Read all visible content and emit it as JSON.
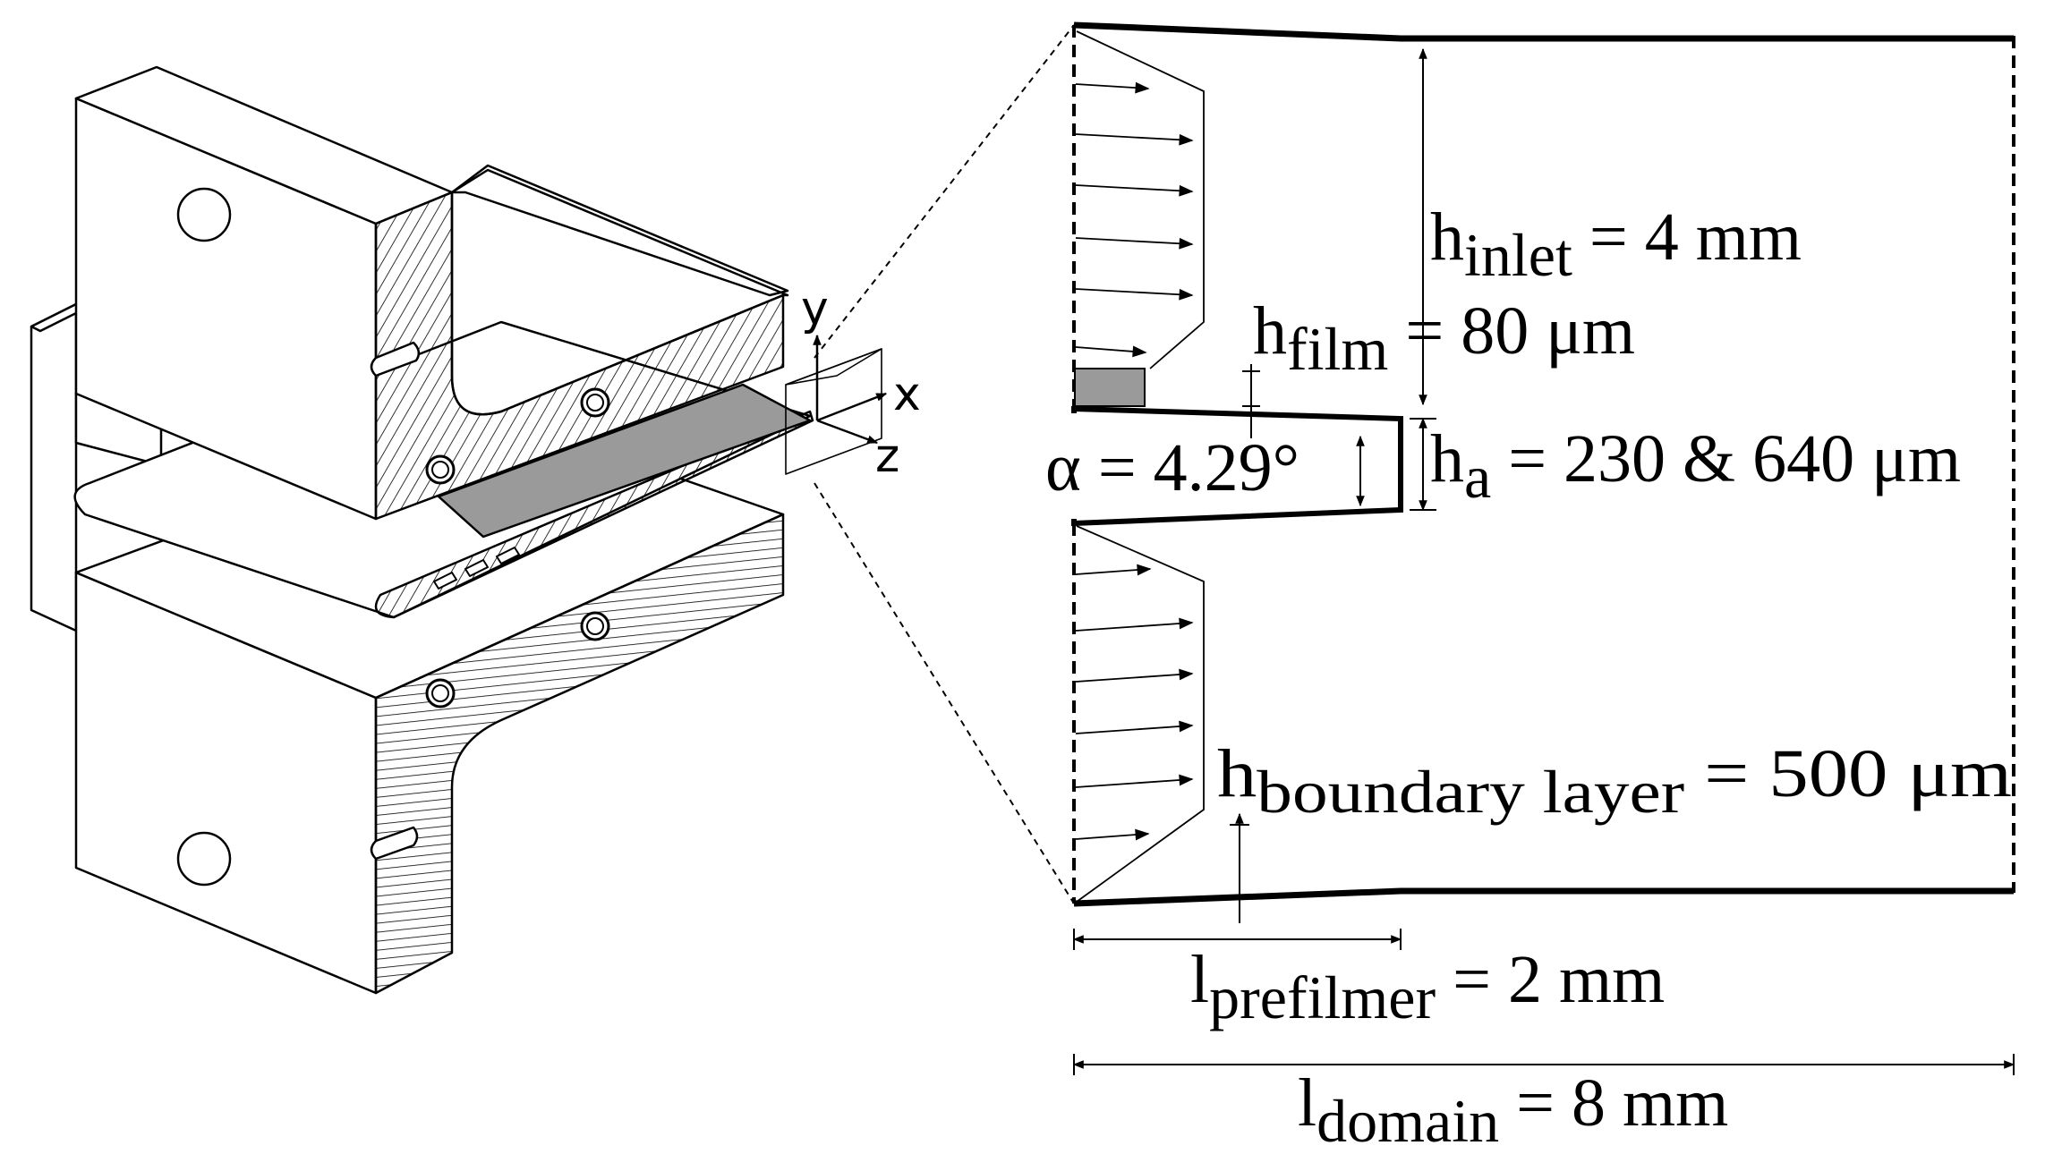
{
  "axes": {
    "x": "x",
    "y": "y",
    "z": "z"
  },
  "labels": {
    "h_inlet": {
      "sym": "h",
      "sub": "inlet",
      "rest": " = 4 mm"
    },
    "h_film": {
      "sym": "h",
      "sub": "film",
      "rest": " = 80 μm"
    },
    "alpha": {
      "text": "α = 4.29°"
    },
    "h_a": {
      "sym": "h",
      "sub": "a",
      "rest": " = 230 & 640 μm"
    },
    "h_boundary": {
      "sym": "h",
      "sub": "boundary layer",
      "rest": " = 500 μm"
    },
    "l_prefilmer": {
      "sym": "l",
      "sub": "prefilmer",
      "rest": " = 2 mm"
    },
    "l_domain": {
      "sym": "l",
      "sub": "domain",
      "rest": " = 8 mm"
    }
  },
  "colors": {
    "line": "#000000",
    "film": "#9a9a9a",
    "background": "#ffffff"
  }
}
